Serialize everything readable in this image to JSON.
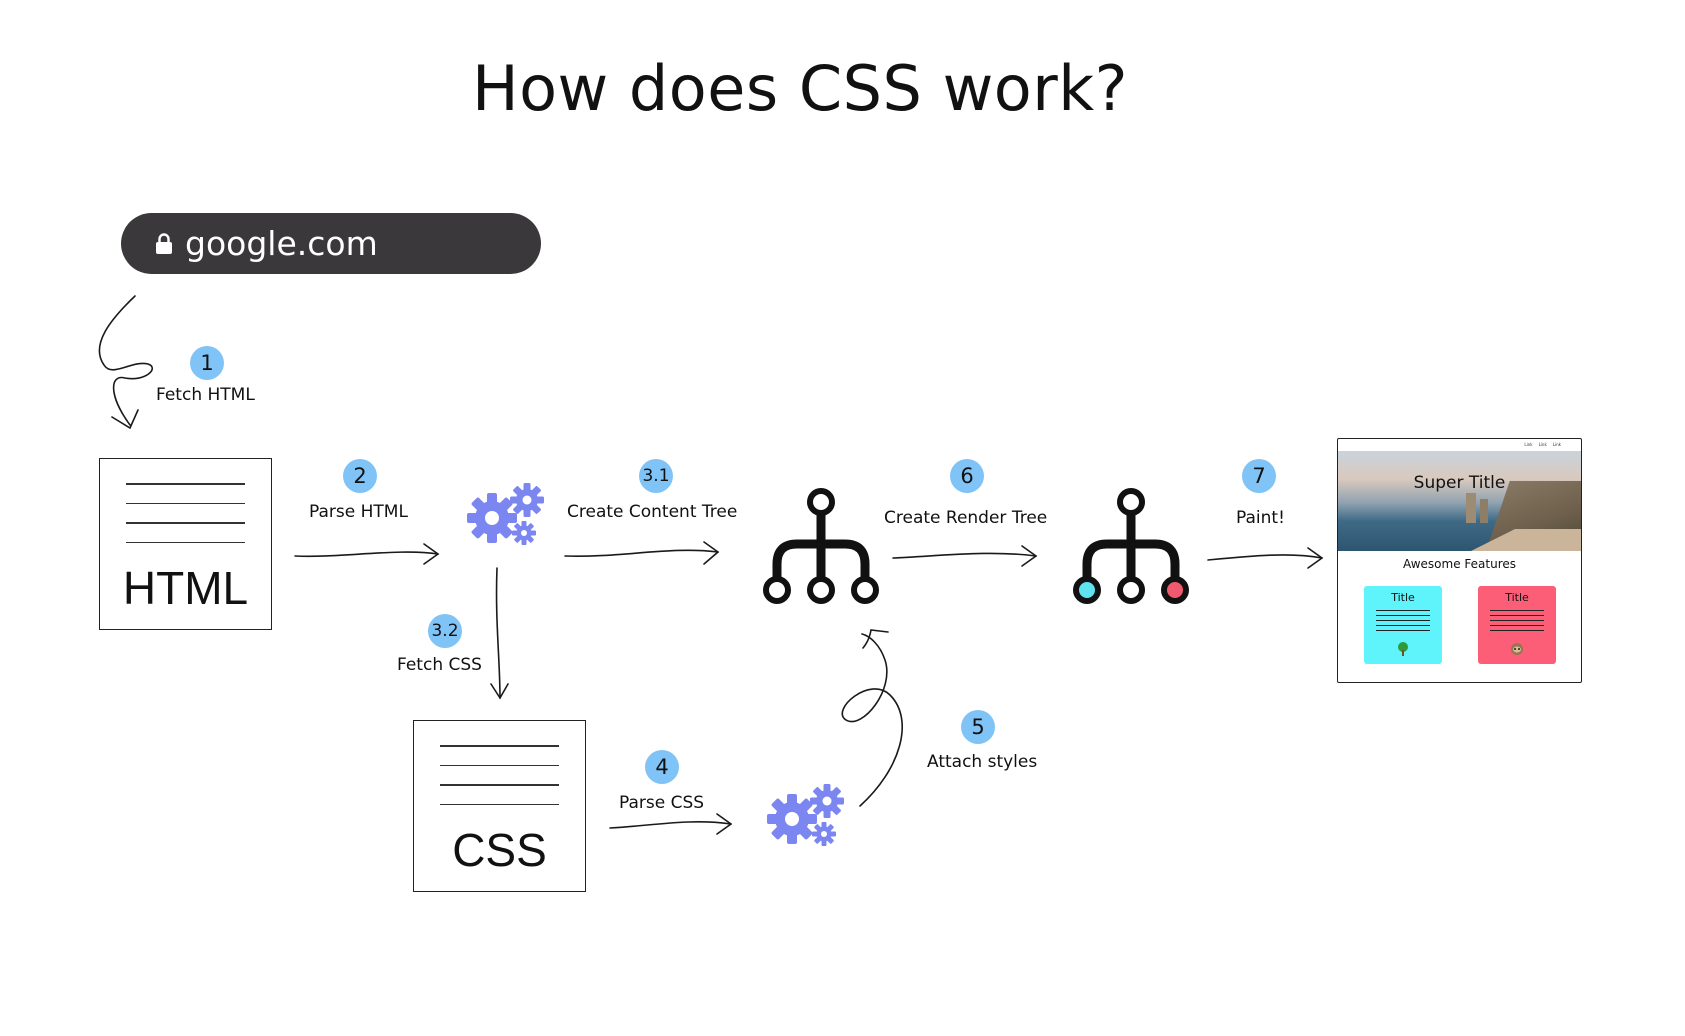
{
  "title": "How does CSS work?",
  "url_bar": {
    "url": "google.com",
    "icon": "lock-icon"
  },
  "steps": [
    {
      "badge": "1",
      "label": "Fetch HTML"
    },
    {
      "badge": "2",
      "label": "Parse HTML"
    },
    {
      "badge": "3.1",
      "label": "Create Content Tree"
    },
    {
      "badge": "3.2",
      "label": "Fetch CSS"
    },
    {
      "badge": "4",
      "label": "Parse CSS"
    },
    {
      "badge": "5",
      "label": "Attach styles"
    },
    {
      "badge": "6",
      "label": "Create Render Tree"
    },
    {
      "badge": "7",
      "label": "Paint!"
    }
  ],
  "documents": {
    "html": "HTML",
    "css": "CSS"
  },
  "icons": {
    "parser": "gears-icon",
    "content_tree": "tree-icon",
    "render_tree": "colored-tree-icon"
  },
  "colors": {
    "badge": "#7fc3f7",
    "gears": "#7b86f0",
    "tree_node_cyan": "#5ee3ef",
    "tree_node_red": "#f1596f",
    "url_bar": "#3a383b"
  },
  "website_preview": {
    "nav_links": [
      "Link",
      "Link",
      "Link"
    ],
    "hero_title": "Super Title",
    "section_title": "Awesome Features",
    "cards": [
      {
        "title": "Title",
        "color": "#5ff3fb",
        "icon": "tree-emoji-icon"
      },
      {
        "title": "Title",
        "color": "#fc5e78",
        "icon": "sloth-emoji-icon"
      }
    ]
  }
}
